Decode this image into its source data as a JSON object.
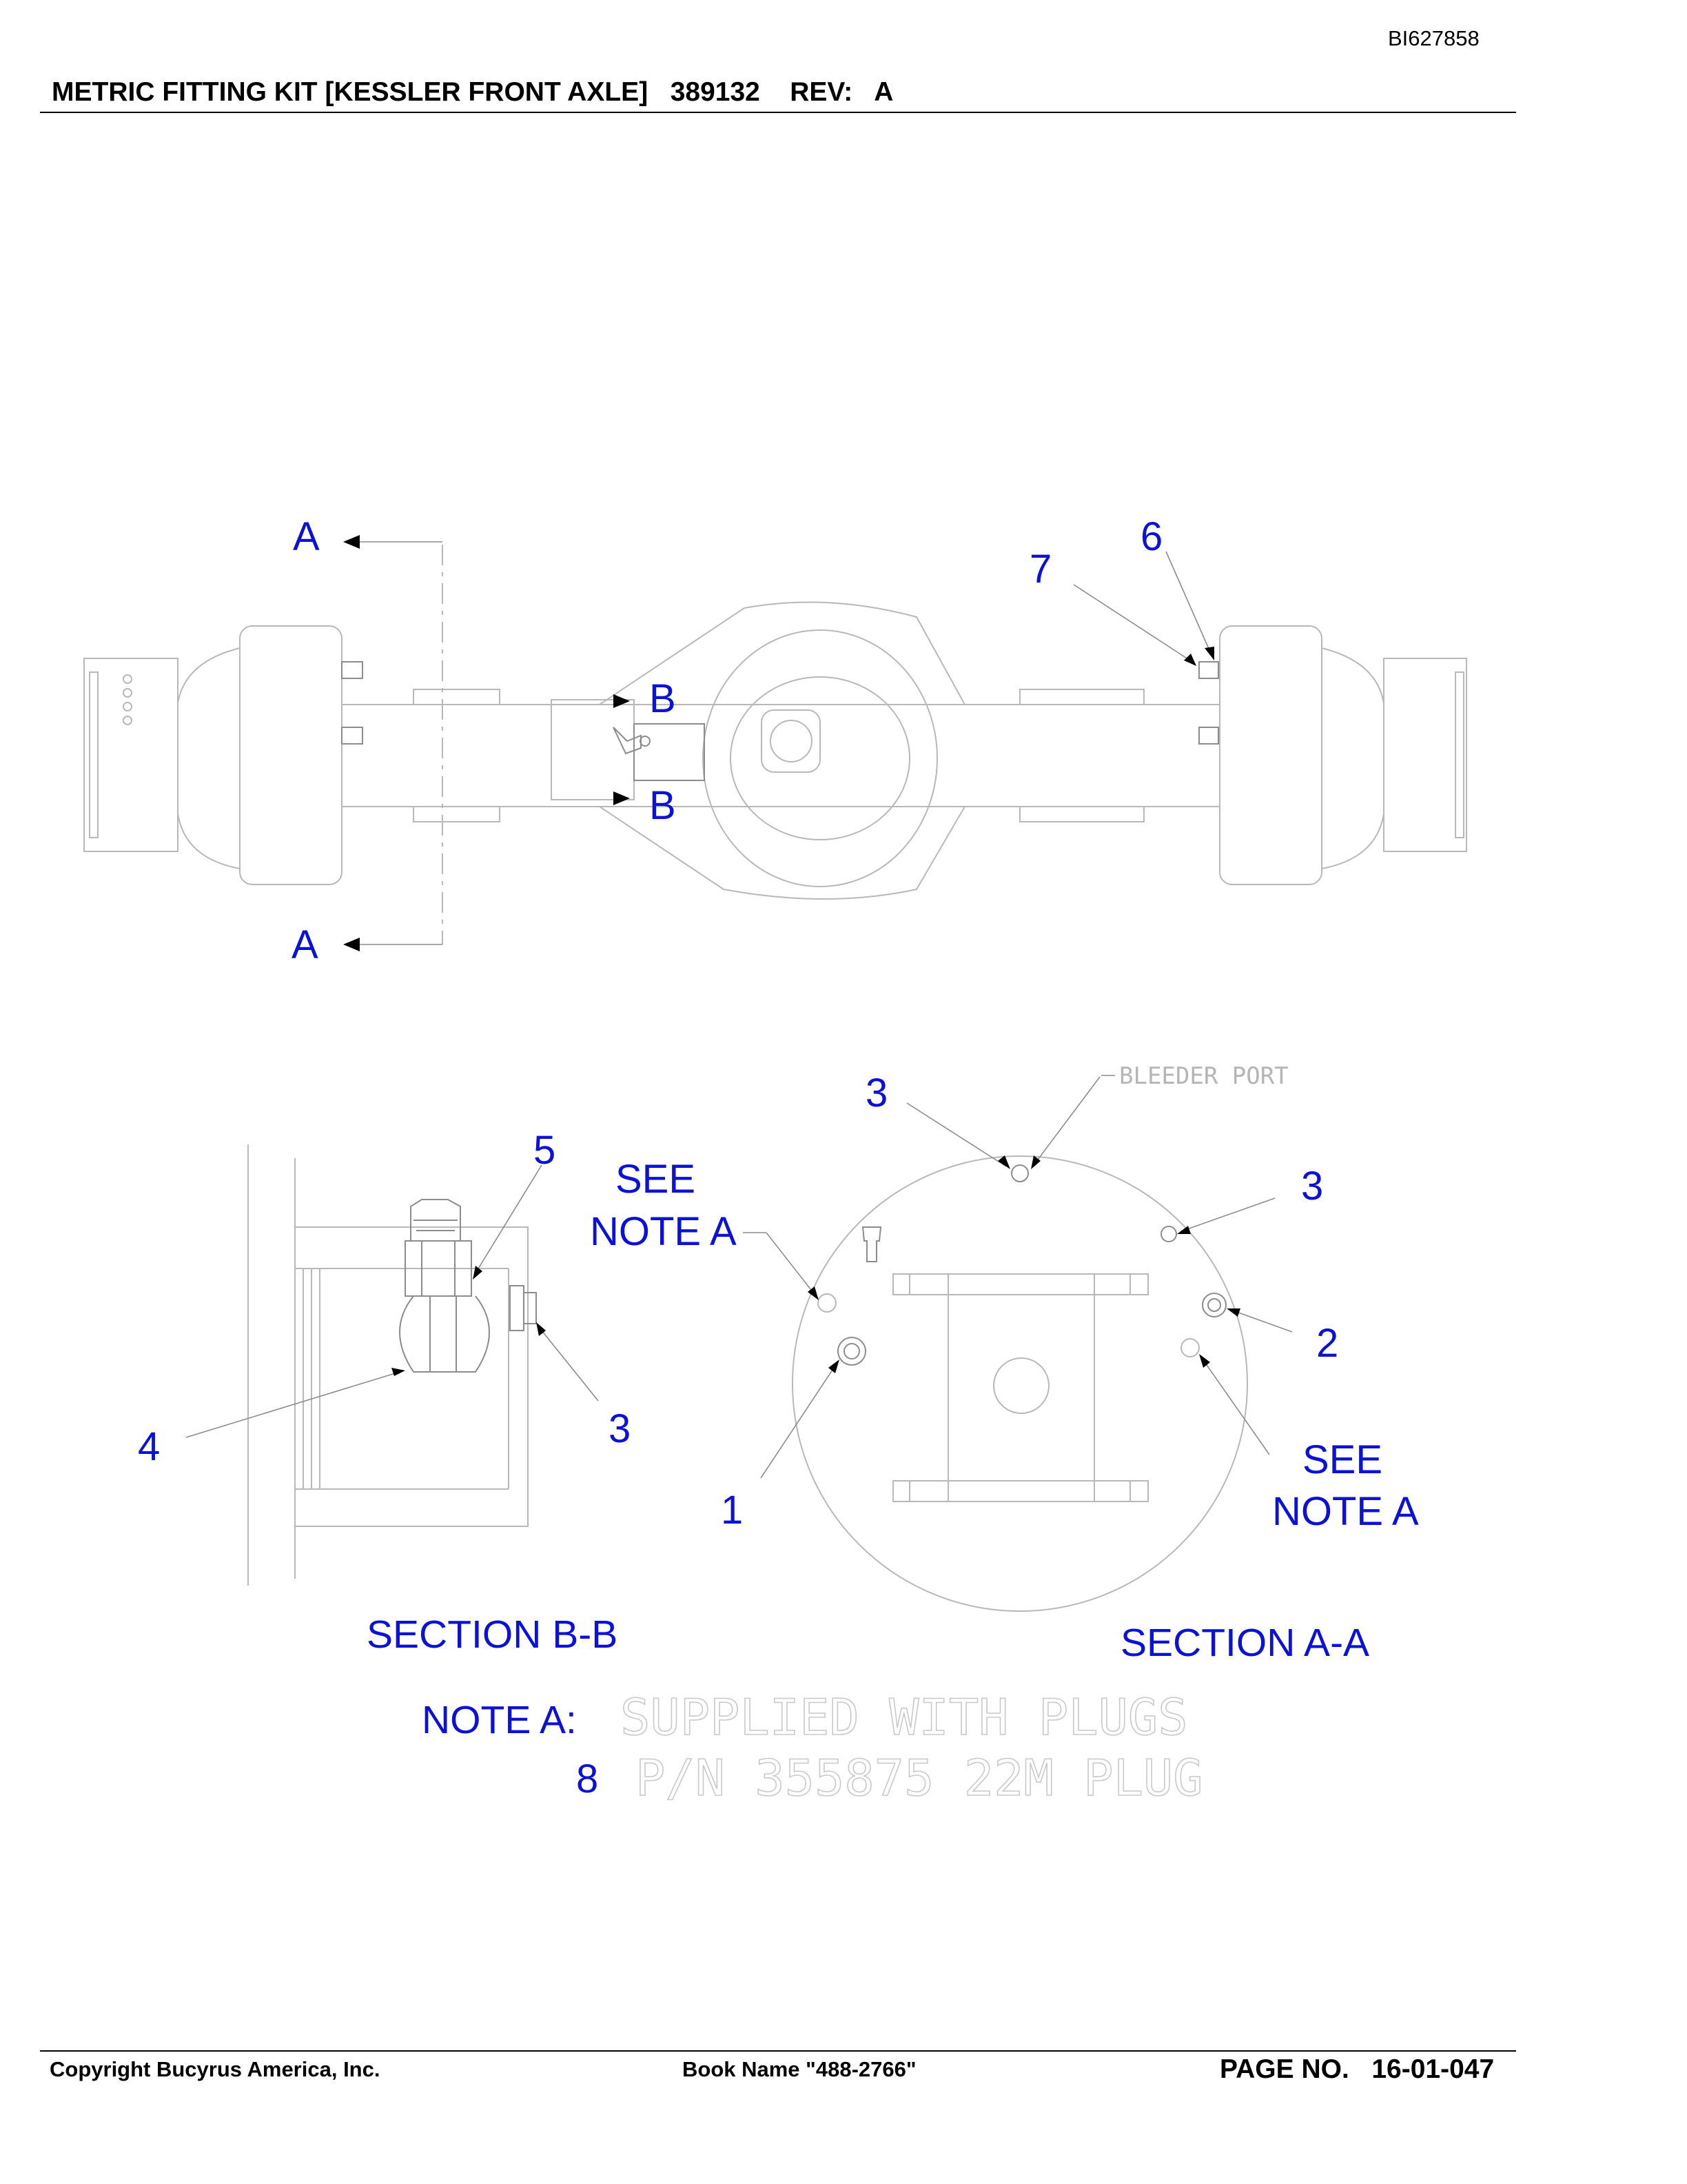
{
  "header": {
    "doc_id": "BI627858",
    "title": "METRIC FITTING KIT [KESSLER FRONT AXLE]",
    "part_number": "389132",
    "rev_label": "REV:",
    "rev_value": "A"
  },
  "diagram": {
    "top_view": {
      "section_a_top": "A",
      "section_a_bottom": "A",
      "section_b_top": "B",
      "section_b_bottom": "B",
      "item_6": "6",
      "item_7": "7"
    },
    "section_bb": {
      "item_5": "5",
      "item_4": "4",
      "item_3": "3",
      "caption": "SECTION B-B"
    },
    "section_aa": {
      "item_3_top": "3",
      "item_3_right": "3",
      "item_2": "2",
      "item_1": "1",
      "bleeder_port": "BLEEDER PORT",
      "see_note_left_1": "SEE",
      "see_note_left_2": "NOTE A",
      "see_note_right_1": "SEE",
      "see_note_right_2": "NOTE A",
      "caption": "SECTION A-A"
    },
    "note": {
      "label": "NOTE A:",
      "line1": "SUPPLIED WITH PLUGS",
      "item_8": "8",
      "line2": "P/N 355875 22M PLUG"
    }
  },
  "footer": {
    "copyright": "Copyright Bucyrus America, Inc.",
    "book_name": "Book Name \"488-2766\"",
    "page_label": "PAGE NO.",
    "page_number": "16-01-047"
  },
  "colors": {
    "callout": "#0b11d6",
    "linework": "#b8b8b8",
    "text": "#000000"
  }
}
